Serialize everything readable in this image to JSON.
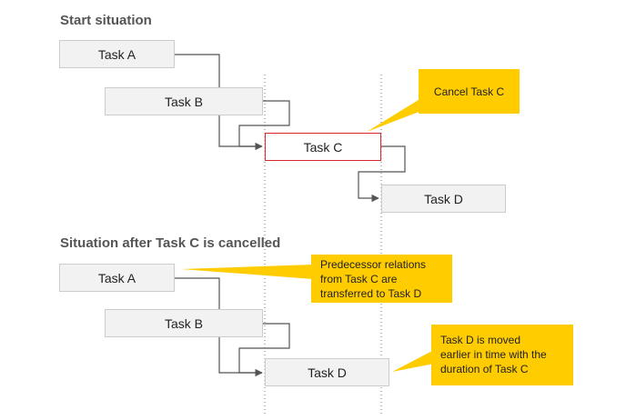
{
  "section_start": {
    "title": "Start situation",
    "task_a": "Task A",
    "task_b": "Task B",
    "task_c": "Task C",
    "task_d": "Task D",
    "callout": "Cancel Task C"
  },
  "section_after": {
    "title": "Situation after Task C is cancelled",
    "task_a": "Task A",
    "task_b": "Task B",
    "task_d": "Task D",
    "callout_relations": [
      "Predecessor relations",
      "from Task C are",
      "transferred to Task D"
    ],
    "callout_moved": [
      "Task D is moved",
      "earlier in time with the",
      "duration of Task C"
    ]
  },
  "colors": {
    "callout_bg": "#ffcc00",
    "task_bg": "#f2f2f2",
    "task_border": "#cccccc",
    "cancel_border": "#d9262b",
    "heading_text": "#555555",
    "connector": "#555555"
  }
}
